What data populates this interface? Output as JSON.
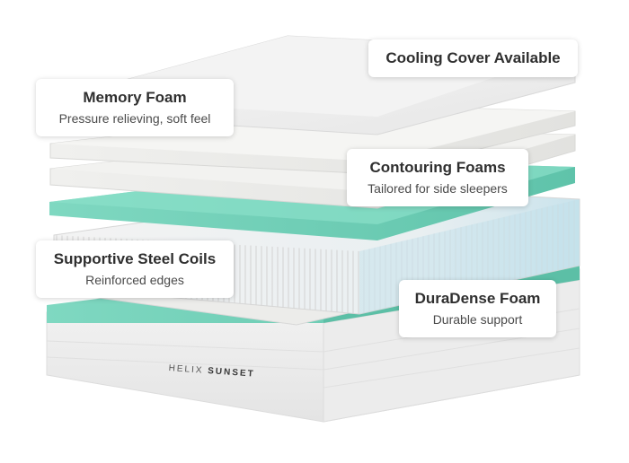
{
  "colors": {
    "accent_mint": "#6fd0b8",
    "accent_mint_dark": "#4fb89f",
    "fabric_white": "#f4f4f4",
    "coil_blue": "#cfe6ee"
  },
  "brand": {
    "prefix": "HELIX",
    "name": "SUNSET"
  },
  "callouts": [
    {
      "title": "Cooling Cover Available",
      "subtitle": ""
    },
    {
      "title": "Memory Foam",
      "subtitle": "Pressure relieving, soft feel"
    },
    {
      "title": "Contouring Foams",
      "subtitle": "Tailored for side sleepers"
    },
    {
      "title": "Supportive Steel Coils",
      "subtitle": "Reinforced edges"
    },
    {
      "title": "DuraDense Foam",
      "subtitle": "Durable support"
    }
  ]
}
